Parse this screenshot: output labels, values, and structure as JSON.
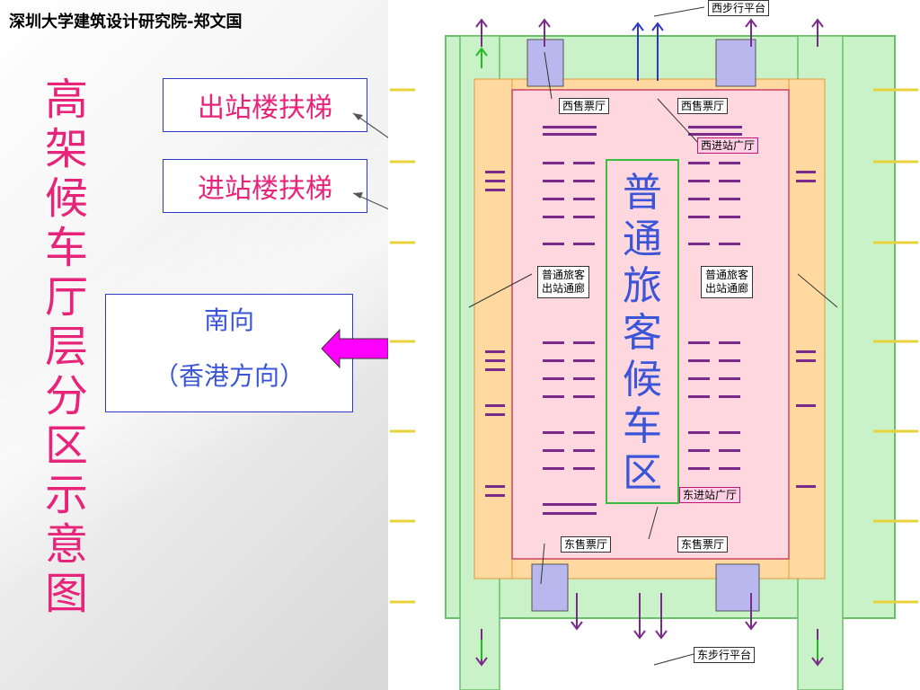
{
  "header": "深圳大学建筑设计研究院-郑文国",
  "vertical_title": "高架候车厅层分区示意图",
  "labels": {
    "exit_escalator": "出站楼扶梯",
    "entry_escalator": "进站楼扶梯"
  },
  "south": {
    "line1": "南向",
    "line2": "（香港方向）"
  },
  "plan": {
    "center_zone": "普通旅客候车区",
    "west_ticket_left": "西售票厅",
    "west_ticket_right": "西售票厅",
    "west_entry_plaza": "西进站广厅",
    "corridor_left_l1": "普通旅客",
    "corridor_left_l2": "出站通廊",
    "corridor_right_l1": "普通旅客",
    "corridor_right_l2": "出站通廊",
    "east_entry_plaza": "东进站广厅",
    "east_ticket_left": "东售票厅",
    "east_ticket_right": "东售票厅",
    "west_walk_platform": "西步行平台",
    "east_walk_platform": "东步行平台"
  },
  "colors": {
    "title_pink": "#e8247a",
    "box_border": "#2b39c9",
    "south_text": "#3a55d8",
    "arrow_magenta": "#ff00ff",
    "hall_pink": "#ffd7de",
    "corridor_green": "#c9f2c9",
    "ticket_lavender": "#b8b8ee"
  }
}
